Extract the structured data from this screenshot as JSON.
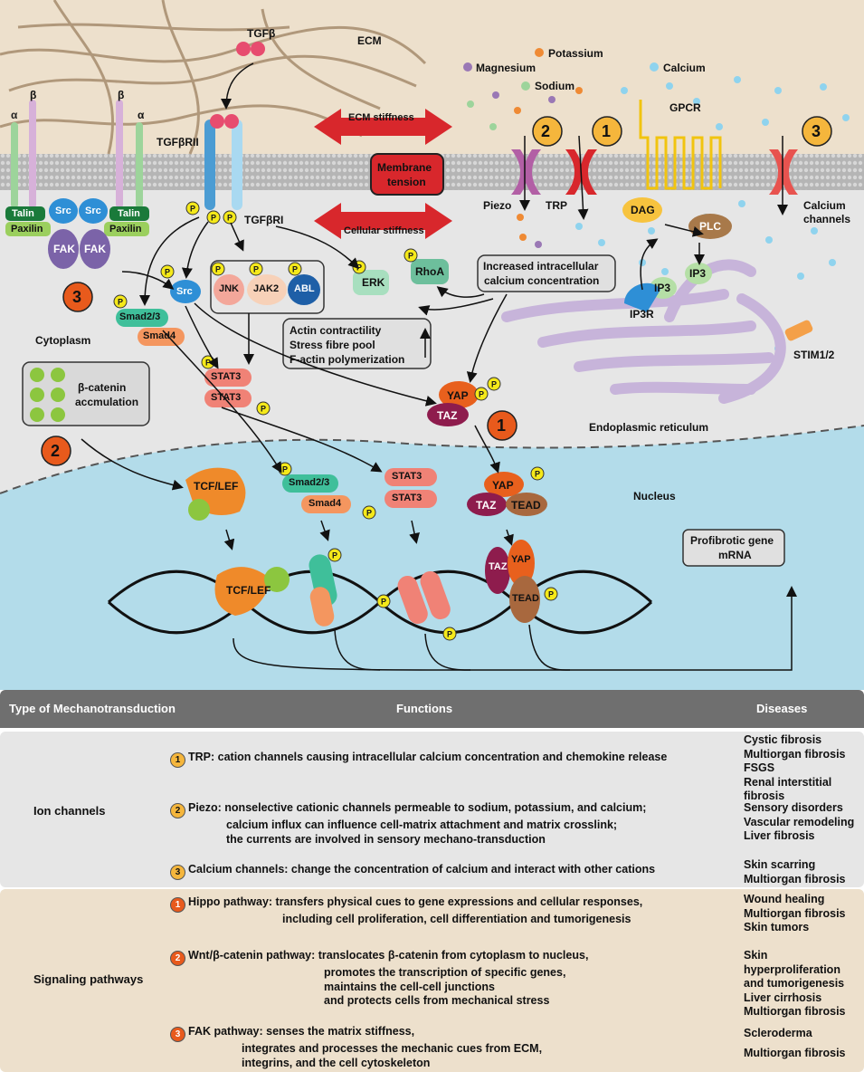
{
  "diagram": {
    "ecm": "ECM",
    "tgfb": "TGFβ",
    "tgfbr2": "TGFβRII",
    "tgfbr1": "TGFβRI",
    "potassium": "Potassium",
    "magnesium": "Magnesium",
    "sodium": "Sodium",
    "calcium": "Calcium",
    "ecm_stiffness": "ECM stiffness",
    "membrane_tension_1": "Membrane",
    "membrane_tension_2": "tension",
    "cellular_stiffness": "Cellular stiffness",
    "gpcr": "GPCR",
    "piezo": "Piezo",
    "trp": "TRP",
    "dag": "DAG",
    "plc": "PLC",
    "calcium_channels_1": "Calcium",
    "calcium_channels_2": "channels",
    "alpha": "α",
    "beta": "β",
    "talin": "Talin",
    "paxilin": "Paxilin",
    "src": "Src",
    "fak": "FAK",
    "jnk": "JNK",
    "jak2": "JAK2",
    "abl": "ABL",
    "erk": "ERK",
    "rhoa": "RhoA",
    "increased_ca_1": "Increased intracellular",
    "increased_ca_2": "calcium concentration",
    "ip3": "IP3",
    "ip3r": "IP3R",
    "smad23": "Smad2/3",
    "smad4": "Smad4",
    "stat3": "STAT3",
    "cytoplasm": "Cytoplasm",
    "bcat_1": "β-catenin",
    "bcat_2": "accmulation",
    "actin_1": "Actin contractility",
    "actin_2": "Stress fibre pool",
    "actin_3": "F-actin polymerization",
    "yap": "YAP",
    "taz": "TAZ",
    "tead": "TEAD",
    "stim": "STIM1/2",
    "er": "Endoplasmic reticulum",
    "nucleus": "Nucleus",
    "tcflef": "TCF/LEF",
    "profib_1": "Profibrotic gene",
    "profib_2": "mRNA",
    "p": "P",
    "n1": "1",
    "n2": "2",
    "n3": "3"
  },
  "table": {
    "headers": [
      "Type of Mechanotransduction",
      "Functions",
      "Diseases"
    ],
    "ion_channels": {
      "type": "Ion channels",
      "rows": [
        {
          "num": "1",
          "lines": [
            "TRP: cation channels causing intracellular calcium concentration and chemokine release"
          ],
          "diseases": [
            "Cystic fibrosis",
            "Multiorgan fibrosis",
            "FSGS",
            "Renal interstitial fibrosis"
          ]
        },
        {
          "num": "2",
          "lines": [
            "Piezo: nonselective cationic channels permeable to sodium, potassium, and calcium;",
            "calcium influx can influence cell-matrix attachment and matrix crosslink;",
            "the currents are involved in sensory mechano-transduction"
          ],
          "diseases": [
            "Sensory disorders",
            "Vascular remodeling",
            "Liver fibrosis"
          ]
        },
        {
          "num": "3",
          "lines": [
            "Calcium channels: change the concentration of calcium and interact with other cations"
          ],
          "diseases": [
            "Skin scarring",
            "Multiorgan fibrosis"
          ]
        }
      ]
    },
    "signaling": {
      "type": "Signaling pathways",
      "rows": [
        {
          "num": "1",
          "lines": [
            "Hippo pathway: transfers physical cues to gene expressions and cellular responses,",
            "including cell proliferation, cell differentiation and tumorigenesis"
          ],
          "diseases": [
            "Wound healing",
            "Multiorgan fibrosis",
            "Skin tumors"
          ]
        },
        {
          "num": "2",
          "lines": [
            "Wnt/β-catenin pathway: translocates β-catenin from cytoplasm to nucleus,",
            "promotes the transcription of specific genes,",
            "maintains the cell-cell junctions",
            "and protects cells from mechanical stress"
          ],
          "diseases": [
            "Skin hyperproliferation",
            "and tumorigenesis",
            "Liver cirrhosis",
            "Multiorgan fibrosis"
          ]
        },
        {
          "num": "3",
          "lines": [
            "FAK pathway: senses the matrix stiffness,",
            "integrates and processes the mechanic cues from ECM,",
            "integrins, and the cell cytoskeleton"
          ],
          "diseases": [
            "Scleroderma",
            "Multiorgan fibrosis"
          ]
        }
      ]
    }
  },
  "colors": {
    "ecm_bg": "#ede0cc",
    "cytoplasm": "#e6e6e6",
    "nucleus": "#b3dcea",
    "membrane": "#b5b5b5",
    "arrow_red": "#d8272c",
    "ion_badge": "#f5b63c",
    "pathway_badge": "#e85a1c",
    "table_header": "#6f6f6f",
    "ion_row": "#e6e6e6",
    "signal_row": "#ede0cc"
  }
}
